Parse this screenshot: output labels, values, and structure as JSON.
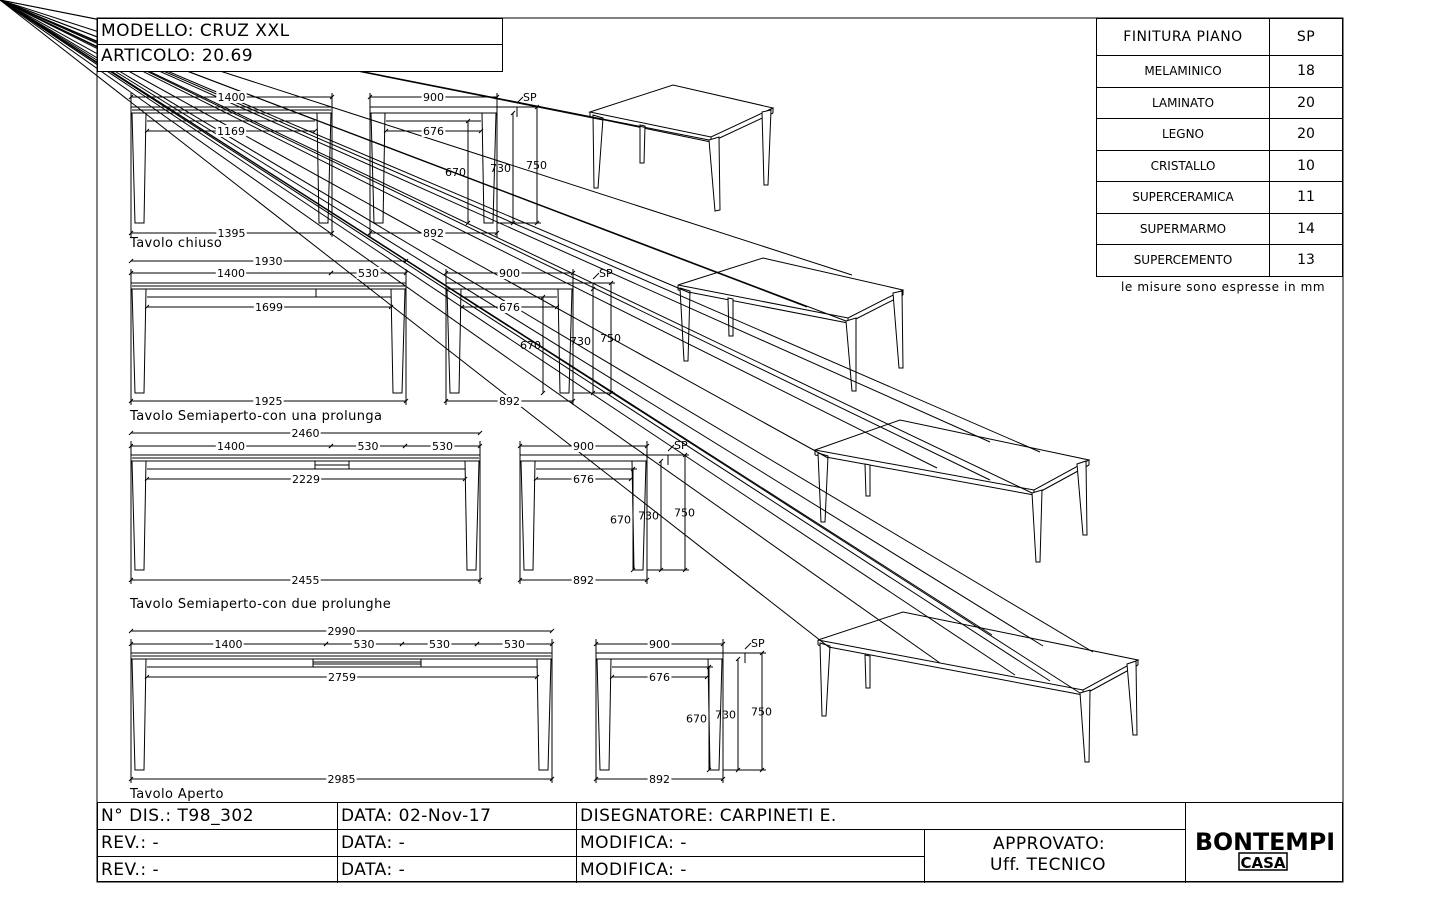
{
  "title_block": {
    "modello": "MODELLO: CRUZ XXL",
    "articolo": "ARTICOLO: 20.69"
  },
  "finish_table": {
    "header": [
      "FINITURA PIANO",
      "SP"
    ],
    "rows": [
      {
        "name": "MELAMINICO",
        "sp": "18"
      },
      {
        "name": "LAMINATO",
        "sp": "20"
      },
      {
        "name": "LEGNO",
        "sp": "20"
      },
      {
        "name": "CRISTALLO",
        "sp": "10"
      },
      {
        "name": "SUPERCERAMICA",
        "sp": "11"
      },
      {
        "name": "SUPERMARMO",
        "sp": "14"
      },
      {
        "name": "SUPERCEMENTO",
        "sp": "13"
      }
    ],
    "note": "le misure sono espresse in mm"
  },
  "views": [
    {
      "caption": "Tavolo chiuso",
      "top_total": "",
      "top_segments": [
        "1400"
      ],
      "inner": "1169",
      "bottom": "1395",
      "side": {
        "width": "900",
        "inner": "676",
        "bottom": "892",
        "h1": "670",
        "h2": "730",
        "h3": "750",
        "sp": "SP"
      }
    },
    {
      "caption": "Tavolo Semiaperto-con una prolunga",
      "top_total": "1930",
      "top_segments": [
        "1400",
        "530"
      ],
      "inner": "1699",
      "bottom": "1925",
      "side": {
        "width": "900",
        "inner": "676",
        "bottom": "892",
        "h1": "670",
        "h2": "730",
        "h3": "750",
        "sp": "SP"
      }
    },
    {
      "caption": "Tavolo Semiaperto-con due prolunghe",
      "top_total": "2460",
      "top_segments": [
        "1400",
        "530",
        "530"
      ],
      "inner": "2229",
      "bottom": "2455",
      "side": {
        "width": "900",
        "inner": "676",
        "bottom": "892",
        "h1": "670",
        "h2": "730",
        "h3": "750",
        "sp": "SP"
      }
    },
    {
      "caption": "Tavolo Aperto",
      "top_total": "2990",
      "top_segments": [
        "1400",
        "530",
        "530",
        "530"
      ],
      "inner": "2759",
      "bottom": "2985",
      "side": {
        "width": "900",
        "inner": "676",
        "bottom": "892",
        "h1": "670",
        "h2": "730",
        "h3": "750",
        "sp": "SP"
      }
    }
  ],
  "footer": {
    "n_dis": "N° DIS.: T98_302",
    "data1": "DATA: 02-Nov-17",
    "disegnatore": "DISEGNATORE: CARPINETI E.",
    "rev1": "REV.: -",
    "data2": "DATA: -",
    "modifica1": "MODIFICA: -",
    "rev2": "REV.: -",
    "data3": "DATA: -",
    "modifica2": "MODIFICA: -",
    "approvato": "APPROVATO:",
    "ufficio": "Uff. TECNICO"
  },
  "logo": {
    "brand": "BONTEMPI",
    "sub": "CASA"
  }
}
